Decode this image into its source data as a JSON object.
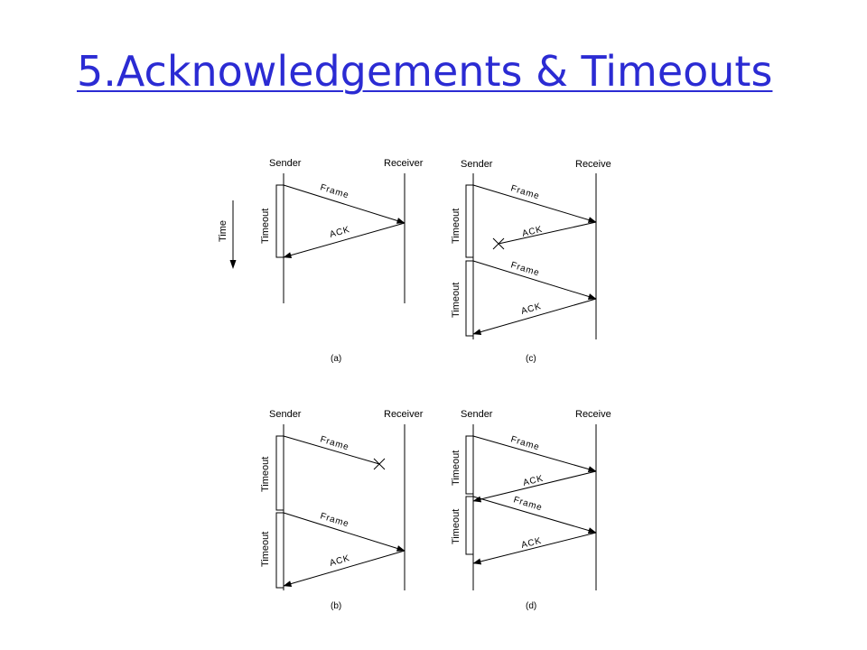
{
  "title": "5.Acknowledgements & Timeouts",
  "time_label": "Time",
  "diagrams": [
    {
      "caption": "(a)",
      "sender": "Sender",
      "receiver": "Receiver",
      "timeouts": [
        "Timeout"
      ],
      "messages": [
        {
          "label": "Frame",
          "direction": "sender-to-receiver",
          "lost": false
        },
        {
          "label": "ACK",
          "direction": "receiver-to-sender",
          "lost": false
        }
      ]
    },
    {
      "caption": "(c)",
      "sender": "Sender",
      "receiver": "Receive",
      "timeouts": [
        "Timeout",
        "Timeout"
      ],
      "messages": [
        {
          "label": "Frame",
          "direction": "sender-to-receiver",
          "lost": false
        },
        {
          "label": "ACK",
          "direction": "receiver-to-sender",
          "lost": true
        },
        {
          "label": "Frame",
          "direction": "sender-to-receiver",
          "lost": false
        },
        {
          "label": "ACK",
          "direction": "receiver-to-sender",
          "lost": false
        }
      ]
    },
    {
      "caption": "(b)",
      "sender": "Sender",
      "receiver": "Receiver",
      "timeouts": [
        "Timeout",
        "Timeout"
      ],
      "messages": [
        {
          "label": "Frame",
          "direction": "sender-to-receiver",
          "lost": true
        },
        {
          "label": "Frame",
          "direction": "sender-to-receiver",
          "lost": false
        },
        {
          "label": "ACK",
          "direction": "receiver-to-sender",
          "lost": false
        }
      ]
    },
    {
      "caption": "(d)",
      "sender": "Sender",
      "receiver": "Receive",
      "timeouts": [
        "Timeout",
        "Timeout"
      ],
      "messages": [
        {
          "label": "Frame",
          "direction": "sender-to-receiver",
          "lost": false
        },
        {
          "label": "ACK",
          "direction": "receiver-to-sender",
          "lost": false
        },
        {
          "label": "Frame",
          "direction": "sender-to-receiver",
          "lost": false
        },
        {
          "label": "ACK",
          "direction": "receiver-to-sender",
          "lost": false
        }
      ]
    }
  ]
}
